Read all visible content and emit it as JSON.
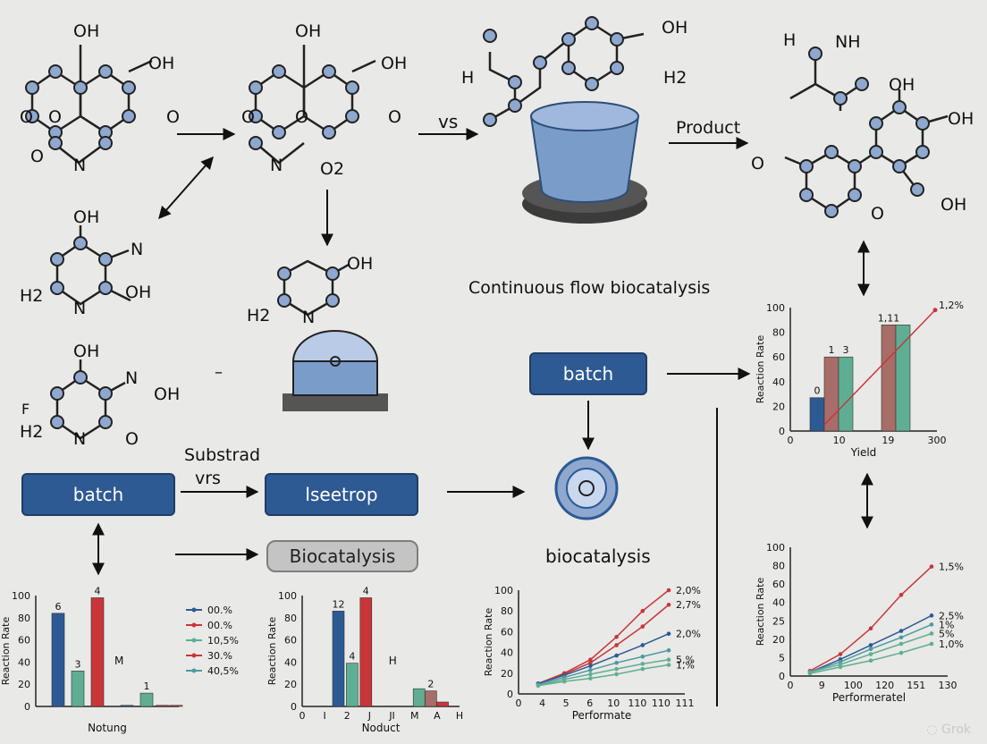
{
  "labels": {
    "vs": "vs",
    "product": "Product",
    "continuous_flow": "Continuous flow biocatalysis",
    "substrad": "Substrad",
    "vrs": "vrs",
    "biocatalysis_text": "biocatalysis",
    "dash": "–"
  },
  "boxes": {
    "batch_left": "batch",
    "lsetrop": "lseetrop",
    "biocatalysis_btn": "Biocatalysis",
    "batch_mid": "batch"
  },
  "molecules": {
    "m1": [
      "OH",
      "OH",
      "O",
      "O",
      "O",
      "N",
      "O"
    ],
    "m2": [
      "OH",
      "OH",
      "O",
      "O",
      "O",
      "N",
      "O2"
    ],
    "m3": [
      "H",
      "OH",
      "H2"
    ],
    "m4": [
      "H",
      "NH",
      "OH",
      "OH",
      "O",
      "O",
      "OH"
    ],
    "m5": [
      "OH",
      "N",
      "H2",
      "N",
      "OH"
    ],
    "m6": [
      "OH",
      "H2",
      "N"
    ],
    "m7": [
      "OH",
      "N",
      "OH",
      "F",
      "H2",
      "N",
      "O"
    ]
  },
  "colors": {
    "blue": "#2d5a93",
    "red": "#c9363a",
    "green": "#5fae93",
    "teal": "#4d9aa0",
    "brown": "#a86d68",
    "vessel": "#7a9cc8",
    "node": "#8ea8cf"
  },
  "chart_data": [
    {
      "id": "chart1",
      "type": "bar",
      "ylabel": "Reaction Rate",
      "xlabel": "Notung",
      "yticks": [
        "0",
        "20",
        "40",
        "60",
        "80",
        "100"
      ],
      "ylim": [
        0,
        100
      ],
      "bars": [
        {
          "x": 0,
          "value": 84,
          "color": "#2d5a93",
          "label": "6"
        },
        {
          "x": 1,
          "value": 32,
          "color": "#5fae93",
          "label": "3"
        },
        {
          "x": 2,
          "value": 98,
          "color": "#c9363a",
          "label": "4"
        },
        {
          "x": 3.5,
          "value": 1,
          "color": "#2d5a93",
          "label": ""
        },
        {
          "x": 4.5,
          "value": 12,
          "color": "#5fae93",
          "label": "1"
        },
        {
          "x": 5.3,
          "value": 1,
          "color": "#c9363a",
          "label": ""
        },
        {
          "x": 6,
          "value": 1,
          "color": "#c9363a",
          "label": ""
        }
      ],
      "annotations": [
        "M"
      ],
      "legend": [
        {
          "label": "00.%",
          "color": "#2d5a93"
        },
        {
          "label": "00.%",
          "color": "#c9363a"
        },
        {
          "label": "10,5%",
          "color": "#5fae93"
        },
        {
          "label": "30.%",
          "color": "#c9363a"
        },
        {
          "label": "40,5%",
          "color": "#4d9aa0"
        }
      ]
    },
    {
      "id": "chart2",
      "type": "bar",
      "ylabel": "Reaction Rate",
      "xlabel": "Noduct",
      "yticks": [
        "0",
        "20",
        "40",
        "60",
        "80",
        "100"
      ],
      "ylim": [
        0,
        100
      ],
      "xticks": [
        "0",
        "I",
        "2",
        "J",
        "JI",
        "M",
        "A",
        "H"
      ],
      "bars": [
        {
          "x": 1,
          "value": 86,
          "color": "#2d5a93",
          "label": "12"
        },
        {
          "x": 1.7,
          "value": 39,
          "color": "#5fae93",
          "label": "4"
        },
        {
          "x": 2.4,
          "value": 98,
          "color": "#c9363a",
          "label": "4"
        },
        {
          "x": 5.1,
          "value": 16,
          "color": "#5fae93",
          "label": ""
        },
        {
          "x": 5.7,
          "value": 14,
          "color": "#a86d68",
          "label": "2"
        },
        {
          "x": 6.3,
          "value": 4,
          "color": "#c9363a",
          "label": ""
        }
      ],
      "annotations": [
        "H"
      ]
    },
    {
      "id": "chart3",
      "type": "line",
      "ylabel": "Reaction Rate",
      "xlabel": "Performate",
      "yticks": [
        "0",
        "20",
        "40",
        "60",
        "80",
        "100"
      ],
      "xticks": [
        "0",
        "4",
        "5",
        "6",
        "10",
        "110",
        "110",
        "111"
      ],
      "ylim": [
        0,
        100
      ],
      "series": [
        {
          "color": "#c9363a",
          "label": "2,0%",
          "values": [
            10,
            20,
            33,
            55,
            80,
            100
          ]
        },
        {
          "color": "#c9363a",
          "label": "2,7%",
          "values": [
            10,
            19,
            30,
            47,
            65,
            86
          ]
        },
        {
          "color": "#2d5a93",
          "label": "2,0%",
          "values": [
            10,
            18,
            27,
            37,
            47,
            58
          ]
        },
        {
          "color": "#4d9aa0",
          "label": "",
          "values": [
            9,
            16,
            23,
            30,
            36,
            42
          ]
        },
        {
          "color": "#5fae93",
          "label": "5,%",
          "values": [
            8,
            14,
            19,
            24,
            29,
            33
          ]
        },
        {
          "color": "#5fae93",
          "label": "1,%",
          "values": [
            8,
            12,
            15,
            19,
            24,
            28
          ]
        }
      ]
    },
    {
      "id": "chart4",
      "type": "bar",
      "ylabel": "Reaction Rate",
      "xlabel": "Yield",
      "yticks": [
        "0",
        "20",
        "40",
        "60",
        "80",
        "100"
      ],
      "xticks": [
        "0",
        "10",
        "19",
        "300"
      ],
      "ylim": [
        0,
        100
      ],
      "bars": [
        {
          "x": 0,
          "value": 27,
          "color": "#2d5a93",
          "label": "0"
        },
        {
          "x": 1,
          "value": 60,
          "color": "#a86d68",
          "label": "1"
        },
        {
          "x": 2,
          "value": 60,
          "color": "#5fae93",
          "label": "3"
        },
        {
          "x": 5,
          "value": 86,
          "color": "#a86d68",
          "label": "1,11"
        },
        {
          "x": 6,
          "value": 86,
          "color": "#5fae93",
          "label": ""
        }
      ],
      "line": {
        "color": "#c9363a",
        "label": "1,2%",
        "from": 5,
        "to": 98
      }
    },
    {
      "id": "chart5",
      "type": "line",
      "ylabel": "Reaction Rate",
      "xlabel": "Performeratel",
      "yticks": [
        "0",
        "5",
        "20",
        "25",
        "40",
        "60",
        "80",
        "100"
      ],
      "xticks": [
        "0",
        "9",
        "100",
        "120",
        "151",
        "130"
      ],
      "ylim": [
        0,
        100
      ],
      "series": [
        {
          "color": "#c9363a",
          "label": "1,5%",
          "values": [
            4,
            17,
            37,
            63,
            85
          ]
        },
        {
          "color": "#2d5a93",
          "label": "2,5%",
          "values": [
            3,
            13,
            24,
            35,
            47
          ]
        },
        {
          "color": "#4d9aa0",
          "label": "1%",
          "values": [
            3,
            11,
            21,
            30,
            40
          ]
        },
        {
          "color": "#5fae93",
          "label": "5%",
          "values": [
            3,
            9,
            17,
            25,
            33
          ]
        },
        {
          "color": "#5fae93",
          "label": "1,0%",
          "values": [
            2,
            7,
            12,
            18,
            25
          ]
        }
      ]
    }
  ]
}
